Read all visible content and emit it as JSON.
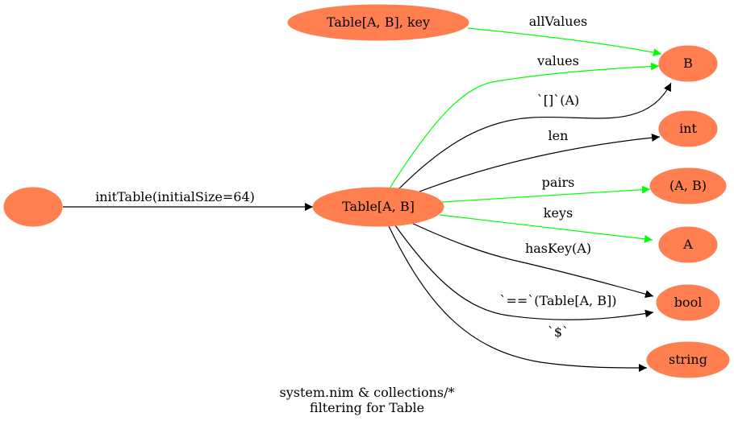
{
  "colors": {
    "node_fill": "#ff7f50",
    "edge_black": "#000000",
    "edge_green": "#00ff00",
    "background": "#ffffff"
  },
  "nodes": {
    "start": "",
    "table_key": "Table[A, B], key",
    "table": "Table[A, B]",
    "b": "B",
    "int": "int",
    "tuple": "(A, B)",
    "a": "A",
    "bool": "bool",
    "string": "string"
  },
  "edges": {
    "init_table": {
      "label": "initTable(initialSize=64)",
      "color": "black"
    },
    "all_values": {
      "label": "allValues",
      "color": "green"
    },
    "values": {
      "label": "values",
      "color": "green"
    },
    "index": {
      "label": "`[]`(A)",
      "color": "black"
    },
    "len": {
      "label": "len",
      "color": "black"
    },
    "pairs": {
      "label": "pairs",
      "color": "green"
    },
    "keys": {
      "label": "keys",
      "color": "green"
    },
    "has_key": {
      "label": "hasKey(A)",
      "color": "black"
    },
    "equals": {
      "label": "`==`(Table[A, B])",
      "color": "black"
    },
    "dollar": {
      "label": "`$`",
      "color": "black"
    }
  },
  "caption": {
    "line1": "system.nim & collections/*",
    "line2": "filtering for Table"
  }
}
